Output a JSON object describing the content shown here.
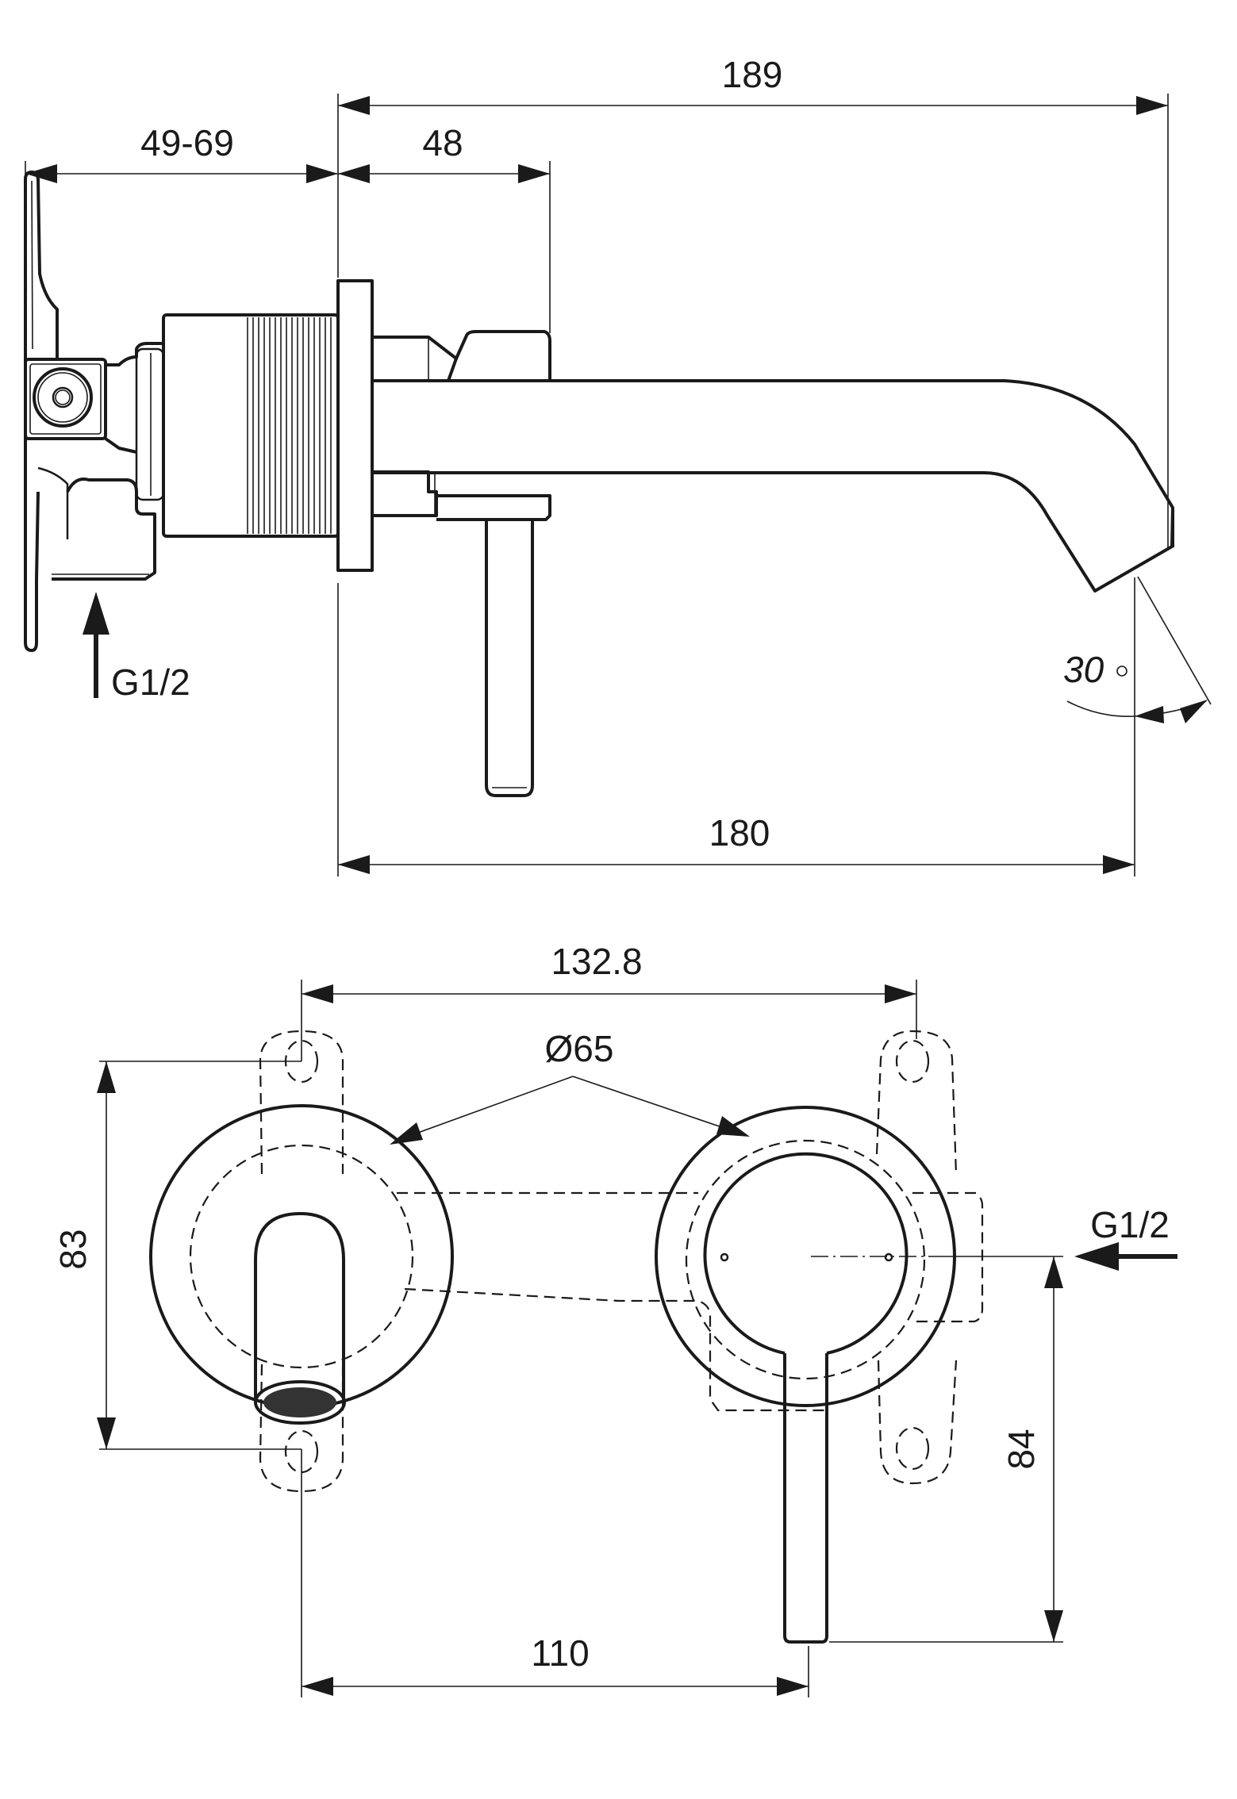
{
  "drawing": {
    "title": "Wall-mounted basin mixer - dimension drawing",
    "side_view": {
      "dimensions": {
        "overall_projection": "189",
        "installation_depth": "49-69",
        "valve_depth": "48",
        "spout_reach": "180",
        "spout_angle": "30",
        "angle_unit": "°"
      },
      "inlet_label": "G1/2"
    },
    "front_view": {
      "dimensions": {
        "mount_spacing": "132.8",
        "rosette_diameter": "Ø65",
        "vertical_height": "83",
        "lever_height": "84",
        "center_distance": "110"
      },
      "inlet_label": "G1/2"
    },
    "colors": {
      "line": "#1a1a1a",
      "background": "#ffffff"
    }
  }
}
